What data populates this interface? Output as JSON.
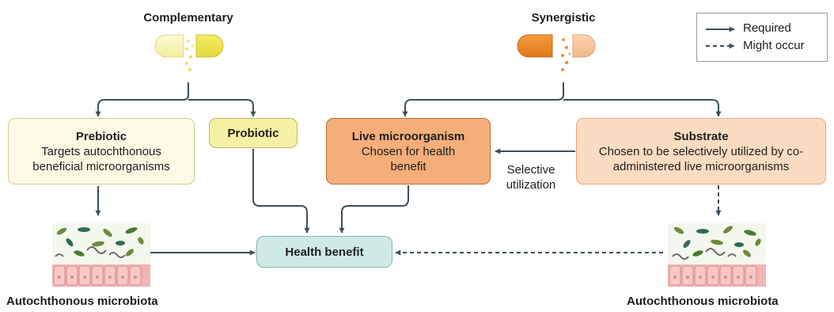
{
  "colors": {
    "arrow": "#3d4f5b",
    "prebiotic_fill": "#fdf9e4",
    "prebiotic_border": "#c8cf8f",
    "probiotic_fill": "#f6f0a4",
    "probiotic_border": "#b9b963",
    "live_fill": "#f4ae7a",
    "live_border": "#c26c2e",
    "substrate_fill": "#fbdcc2",
    "substrate_border": "#e4a57a",
    "health_fill": "#cfeae6",
    "health_border": "#7fb7ae"
  },
  "headings": {
    "complementary": "Complementary",
    "synergistic": "Synergistic"
  },
  "legend": {
    "required": "Required",
    "might_occur": "Might occur"
  },
  "boxes": {
    "prebiotic": {
      "title": "Prebiotic",
      "text": "Targets autochthonous beneficial microorganisms"
    },
    "probiotic": {
      "title": "Probiotic"
    },
    "live": {
      "title": "Live microorganism",
      "text": "Chosen for health benefit"
    },
    "substrate": {
      "title": "Substrate",
      "text": "Chosen to be selectively utilized by co-administered live microorganisms"
    },
    "health": {
      "title": "Health benefit"
    }
  },
  "edge_labels": {
    "selective": "Selective utilization"
  },
  "microbiota": {
    "left": "Autochthonous microbiota",
    "right": "Autochthonous microbiota"
  }
}
